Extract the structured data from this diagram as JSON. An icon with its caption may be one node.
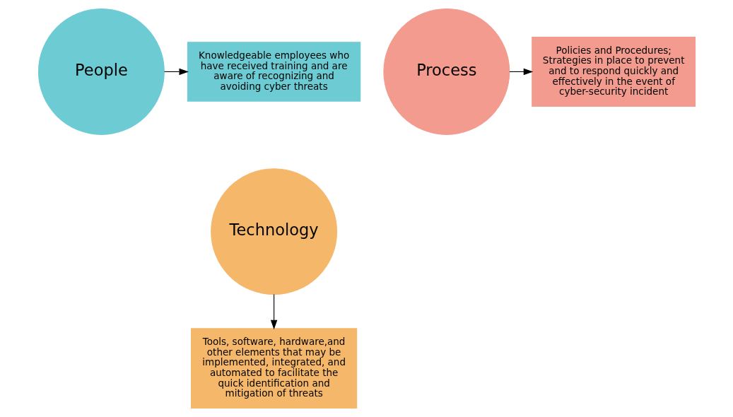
{
  "diagram": {
    "nodes": [
      {
        "text": [
          "Knowledgeable employees who have received training and are aware of recognizing and avoiding cyber threats"
        ]
      },
      {
        "text": [
          "People"
        ]
      },
      {
        "text": [
          "Process"
        ]
      },
      {
        "text": [
          "Policies and Procedures; Strategies in place to prevent and to respond quickly and effectively in the event of cyber-security incident"
        ]
      },
      {
        "text": [
          "Technology"
        ]
      },
      {
        "text": [
          "Tools, software, hardware,and other elements that may be implemented, integrated, and automated to facilitate the quick identification and mitigation of threats"
        ]
      }
    ],
    "edges": [
      {
        "from": 1,
        "to": 0,
        "arrow": "to"
      },
      {
        "from": 2,
        "to": 3,
        "arrow": "to"
      },
      {
        "from": 4,
        "to": 5,
        "arrow": "to"
      }
    ]
  }
}
